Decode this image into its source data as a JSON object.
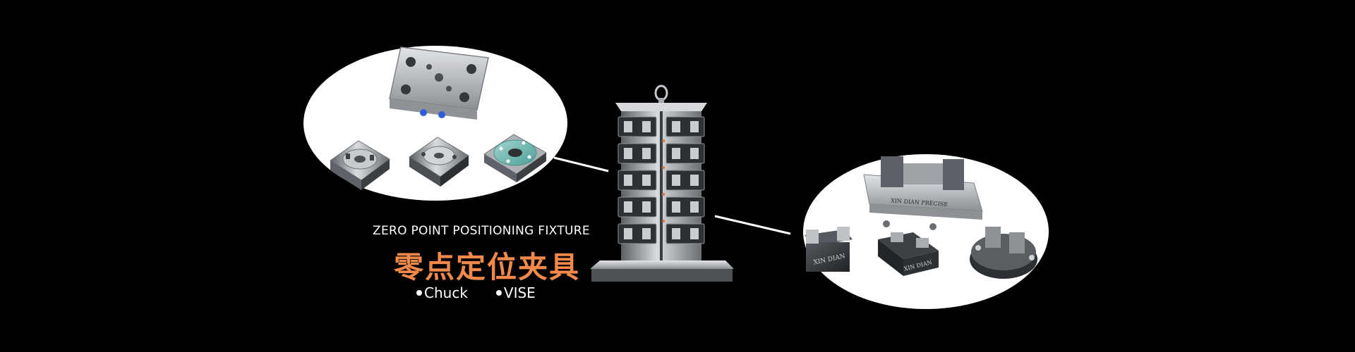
{
  "headline": {
    "english": "ZERO POINT POSITIONING FIXTURE",
    "chinese": "零点定位夹具"
  },
  "tags": [
    {
      "label": "Chuck"
    },
    {
      "label": "VISE"
    }
  ],
  "vise_engravings": {
    "large_vise": "XIN DIAN PRECISE",
    "small_vise_left": "XIN DIAN",
    "small_vise_mid": "XIN DIAN"
  },
  "colors": {
    "background": "#000000",
    "headline_accent": "#f0894a",
    "text": "#ffffff",
    "bubble": "#ffffff"
  },
  "icons": [
    "chuck-icon",
    "vise-icon",
    "fixture-tower-icon"
  ]
}
